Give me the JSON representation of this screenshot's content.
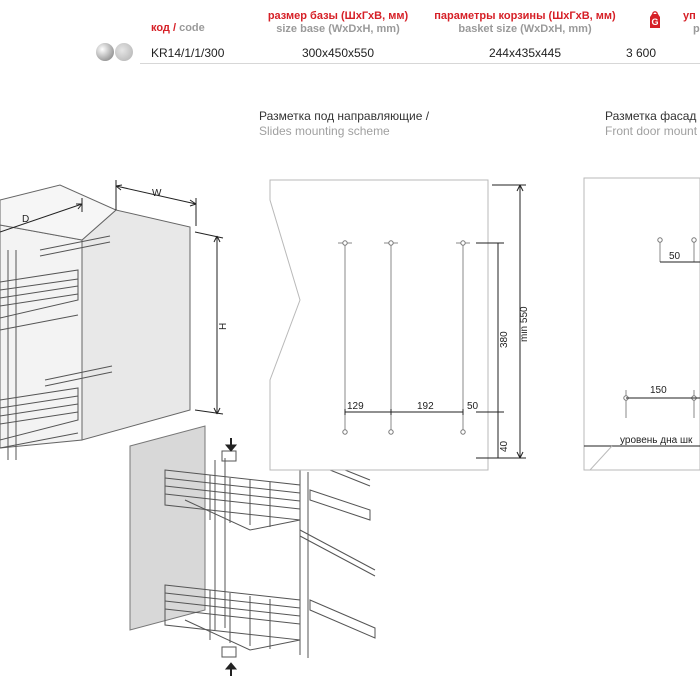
{
  "table": {
    "headers": [
      {
        "ru": "код /",
        "en": "code"
      },
      {
        "ru": "размер базы (ШхГхВ, мм)",
        "en": "size base (WxDxH, mm)"
      },
      {
        "ru": "параметры корзины (ШхГхВ, мм)",
        "en": "basket size (WxDxH, mm)"
      },
      {
        "ru": "уп",
        "en": "p",
        "badge": "G"
      }
    ],
    "row": {
      "code": "KR14/1/1/300",
      "size_base": "300x450x550",
      "basket_size": "244x435x445",
      "value": "3 600"
    }
  },
  "sections": {
    "slides": {
      "ru": "Разметка под направляющие /",
      "en": "Slides mounting scheme"
    },
    "facade": {
      "ru": "Разметка фасад",
      "en": "Front door mount"
    }
  },
  "iso": {
    "width": "W",
    "depth": "D",
    "height": "H"
  },
  "slides_dims": {
    "d1": "129",
    "d2": "192",
    "d3": "50",
    "height": "380",
    "min": "min 550",
    "bottom": "40"
  },
  "facade_dims": {
    "top": "50",
    "bottom": "150",
    "level": "уровень дна шк"
  },
  "colors": {
    "accent": "#d62027",
    "muted": "#9a9a9a"
  }
}
